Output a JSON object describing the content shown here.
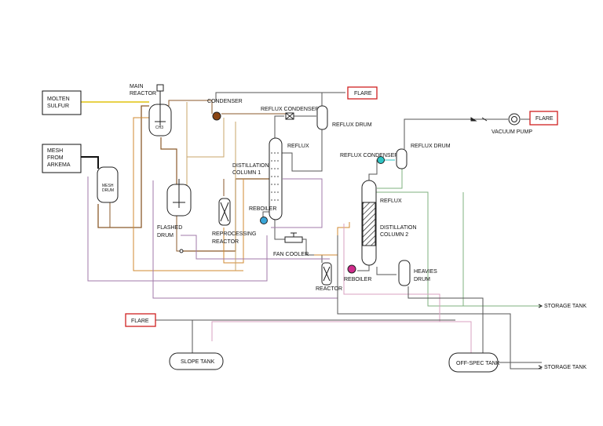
{
  "feeds": {
    "molten_sulfur": [
      "MOLTEN",
      "SULFUR"
    ],
    "mesh_from_arkema": [
      "MESH",
      "FROM",
      "ARKEMA"
    ]
  },
  "flare_boxes": {
    "top": "FLARE",
    "right": "FLARE",
    "left": "FLARE"
  },
  "labels": {
    "main_reactor": [
      "MAIN",
      "REACTOR"
    ],
    "condenser": "CONDENSER",
    "reflux_condenser_1": "REFLUX CONDENSER",
    "reflux_drum_1": "REFLUX DRUM",
    "reflux_1": "REFLUX",
    "distillation_column_1": [
      "DISTILLATION",
      "COLUMN 1"
    ],
    "reboiler_1": "REBOILER",
    "flashed_drum": [
      "FLASHED",
      "DRUM"
    ],
    "reprocessing_reactor": [
      "REPROCESSING",
      "REACTOR"
    ],
    "mesh_drum": [
      "MESH",
      "DRUM"
    ],
    "fan_cooler": "FAN COOLER",
    "reactor": "REACTOR",
    "vacuum_pump": "VACUUM PUMP",
    "reflux_condenser_2": "REFLUX CONDENSER",
    "reflux_drum_2": "REFLUX DRUM",
    "reflux_2": "REFLUX",
    "distillation_column_2": [
      "DISTILLATION",
      "COLUMN 2"
    ],
    "reboiler_2": "REBOILER",
    "heavies_drum": [
      "HEAVIES",
      "DRUM"
    ],
    "storage_tank_1": "STORAGE TANK",
    "storage_tank_2": "STORAGE TANK",
    "slope_tank": "SLOPE TANK",
    "off_spec_tank": "OFF-SPEC TANK",
    "reactor_inner": "CH3"
  },
  "colors": {
    "sulfur_line": "#e8d24a",
    "mesh_line": "#111111",
    "brown_line": "#8b5a2b",
    "tan_line": "#c9a46a",
    "orange_line": "#d08a30",
    "purple_line": "#a07aa8",
    "pink_line": "#d9a0c0",
    "green_line": "#7fb27f",
    "flare_border": "#d02020",
    "condenser_dot": "#8b4513",
    "reboiler1_dot": "#3aa6d8",
    "reflux_cond2_dot": "#2ec4c4",
    "reboiler2_dot": "#d02b8c"
  }
}
